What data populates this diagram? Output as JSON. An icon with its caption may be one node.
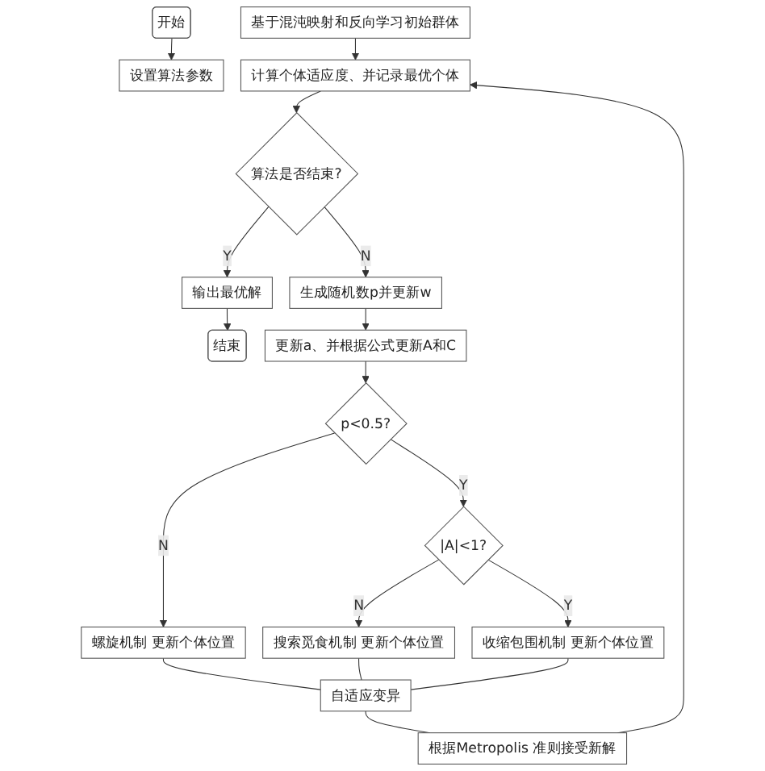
{
  "diagram": {
    "nodes": [
      {
        "text": [
          "开始"
        ]
      },
      {
        "text": [
          "设置算法参数"
        ]
      },
      {
        "text": [
          "基于混沌映射和反向学习初始群体"
        ]
      },
      {
        "text": [
          "计算个体适应度、并记录最优个体"
        ]
      },
      {
        "text": [
          "算法是否结束?"
        ]
      },
      {
        "text": [
          "输出最优解"
        ]
      },
      {
        "text": [
          "结束"
        ]
      },
      {
        "text": [
          "生成随机数p并更新w"
        ]
      },
      {
        "text": [
          "更新a、并根据公式更新A和C"
        ]
      },
      {
        "text": [
          "p<0.5?"
        ]
      },
      {
        "text": [
          "|A|<1?"
        ]
      },
      {
        "text": [
          "螺旋机制 更新个体位置"
        ]
      },
      {
        "text": [
          "搜索觅食机制 更新个体位置"
        ]
      },
      {
        "text": [
          "收缩包围机制 更新个体位置"
        ]
      },
      {
        "text": [
          "根据Metropolis 准则接受新解"
        ]
      },
      {
        "text": [
          "自适应变异"
        ]
      }
    ],
    "edges": [
      {
        "from": 0,
        "to": 1,
        "arrow": "to"
      },
      {
        "from": 2,
        "to": 3,
        "arrow": "to"
      },
      {
        "from": 3,
        "to": 4,
        "arrow": "to"
      },
      {
        "from": 4,
        "to": 5,
        "arrow": "to",
        "label": "Y"
      },
      {
        "from": 5,
        "to": 6,
        "arrow": "to"
      },
      {
        "from": 4,
        "to": 7,
        "arrow": "to",
        "label": "N"
      },
      {
        "from": 7,
        "to": 8,
        "arrow": "to"
      },
      {
        "from": 8,
        "to": 9,
        "arrow": "to"
      },
      {
        "from": 9,
        "to": 11,
        "arrow": "to",
        "label": "N"
      },
      {
        "from": 9,
        "to": 10,
        "arrow": "to",
        "label": "Y"
      },
      {
        "from": 10,
        "to": 12,
        "arrow": "to",
        "label": "N"
      },
      {
        "from": 10,
        "to": 13,
        "arrow": "to",
        "label": "Y"
      },
      {
        "from": 11,
        "to": 15,
        "arrow": "none"
      },
      {
        "from": 12,
        "to": 15,
        "arrow": "none"
      },
      {
        "from": 13,
        "to": 15,
        "arrow": "none"
      },
      {
        "from": 15,
        "to": 14,
        "arrow": "none"
      },
      {
        "from": 14,
        "to": 3,
        "arrow": "to"
      }
    ]
  }
}
